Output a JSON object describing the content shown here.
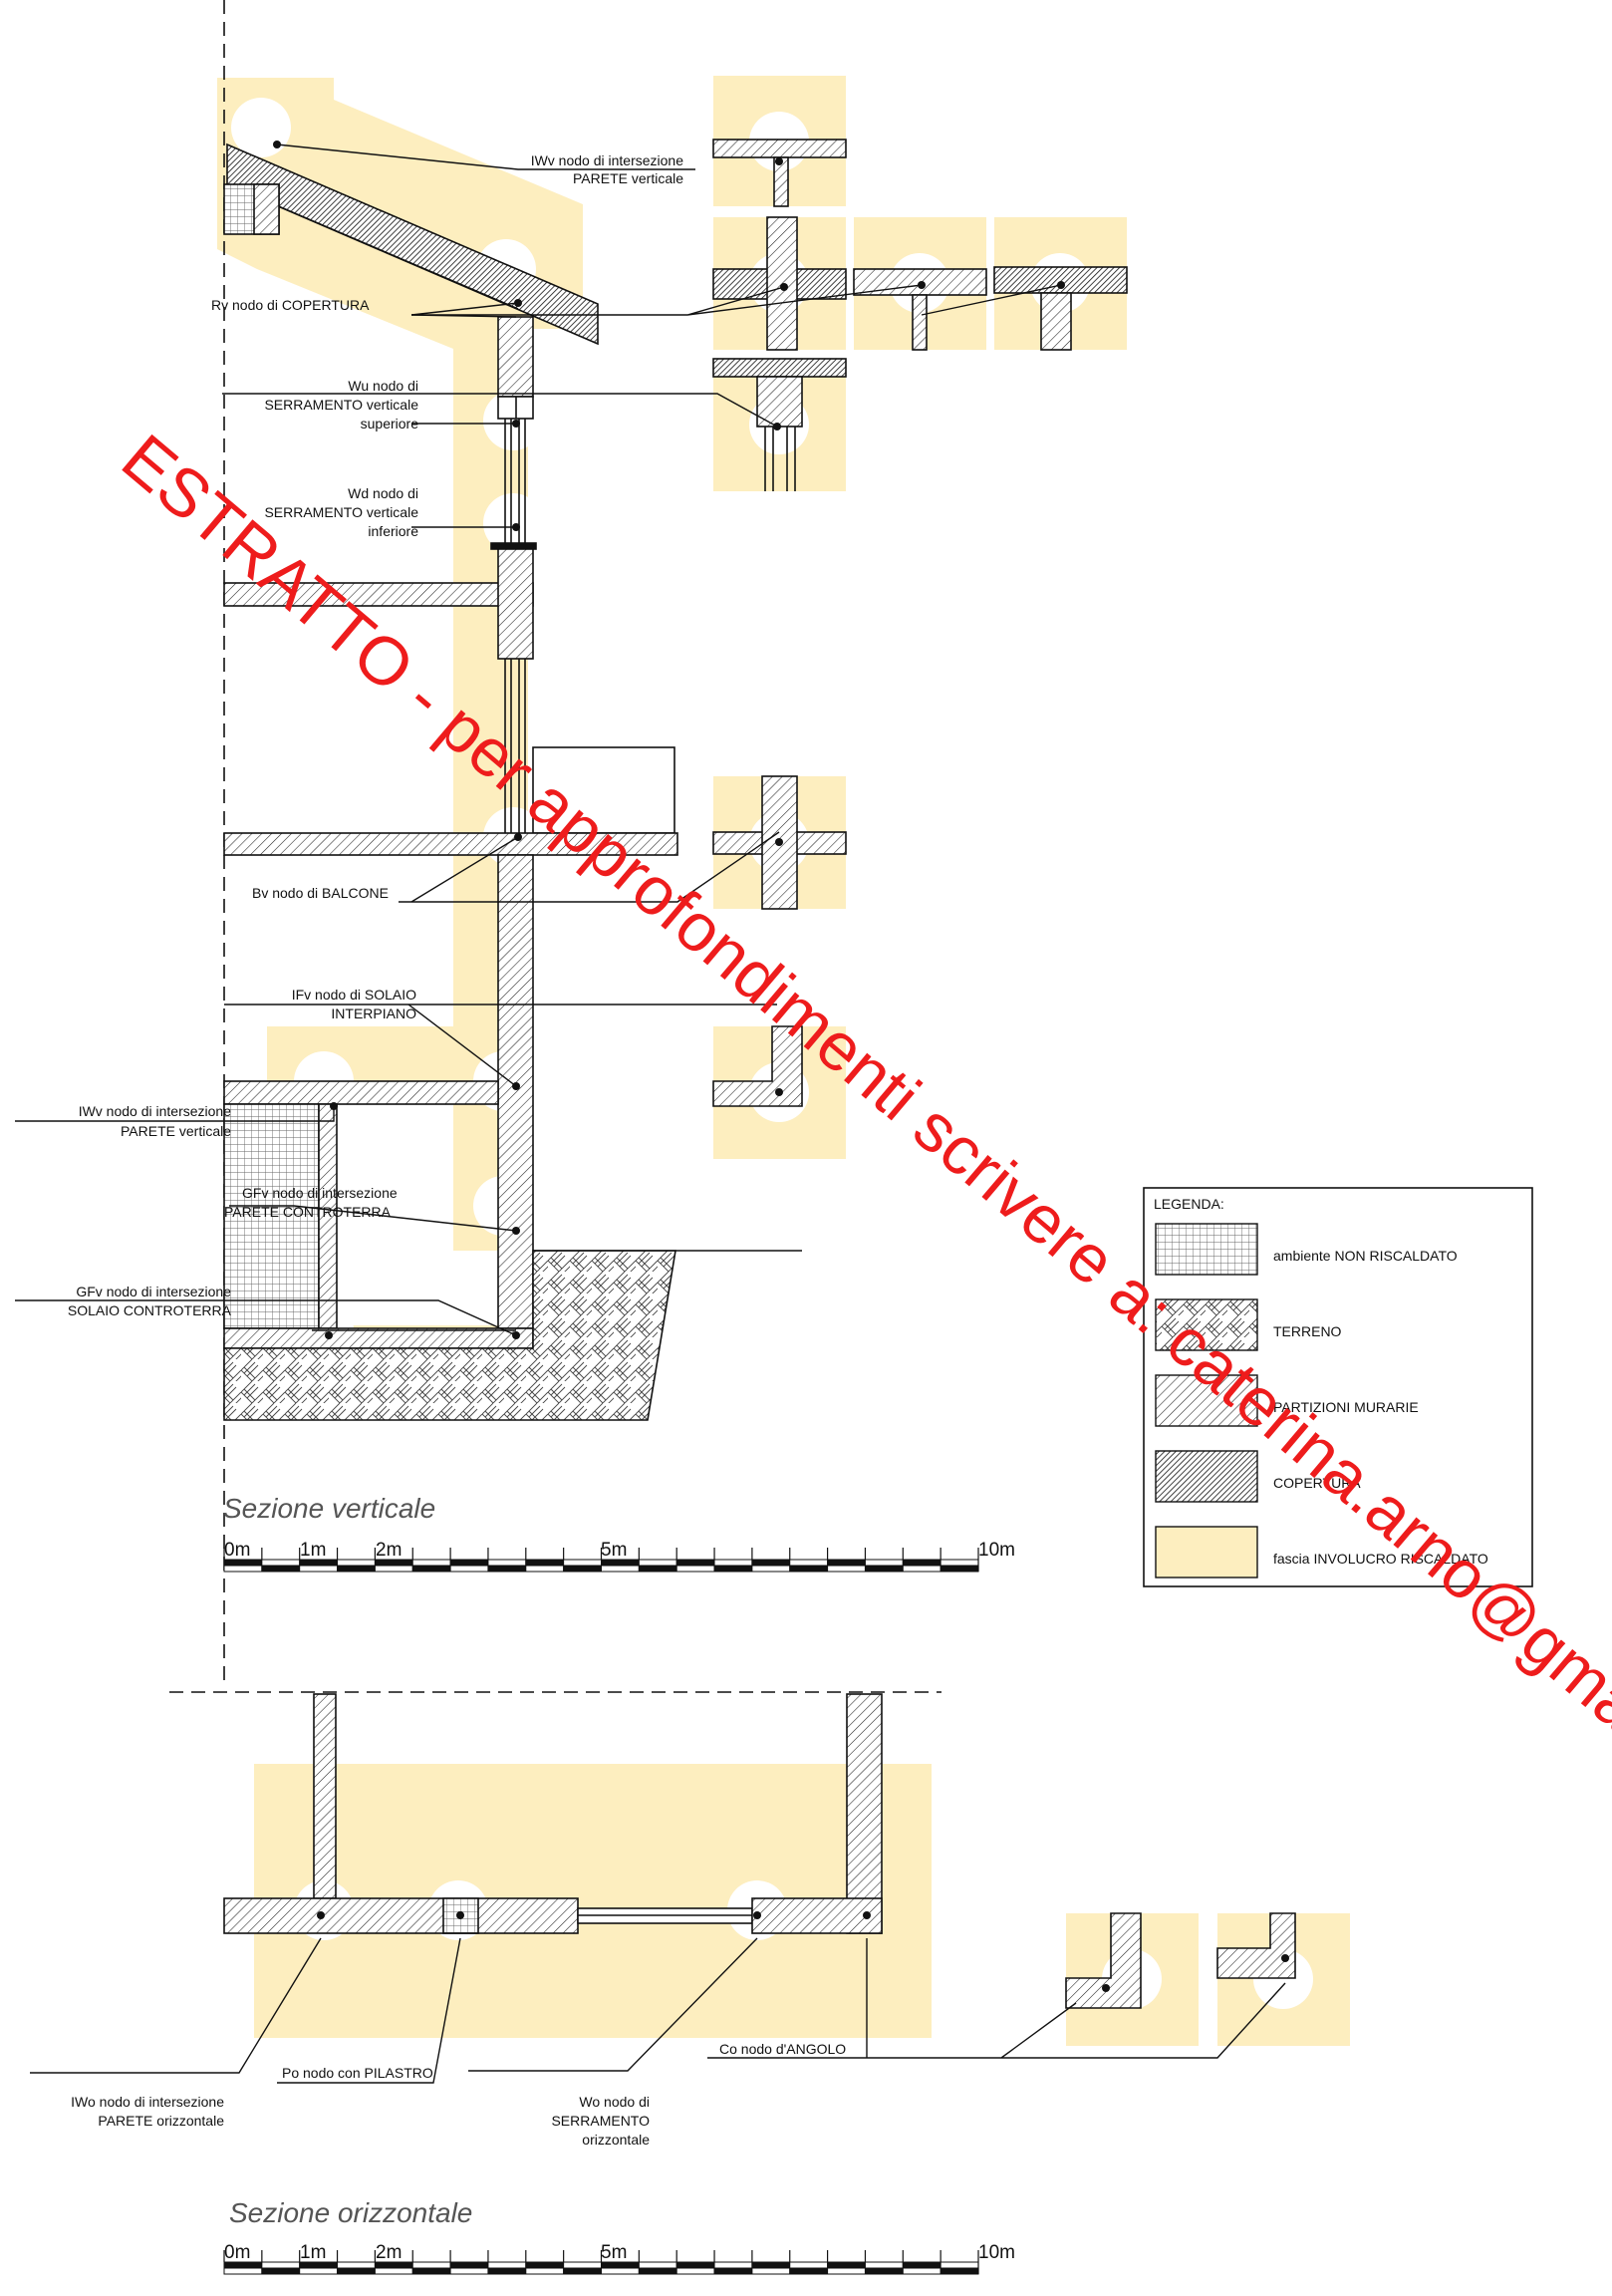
{
  "labels": {
    "iwv_top": [
      "IWv nodo di intersezione",
      "PARETE verticale"
    ],
    "rv": [
      "Rv nodo di COPERTURA"
    ],
    "wu": [
      "Wu nodo di",
      "SERRAMENTO verticale",
      "superiore"
    ],
    "wd": [
      "Wd nodo di",
      "SERRAMENTO verticale",
      "inferiore"
    ],
    "bv": [
      "Bv nodo di BALCONE"
    ],
    "ifv": [
      "IFv nodo di SOLAIO",
      "INTERPIANO"
    ],
    "iwv_low": [
      "IWv nodo di intersezione",
      "PARETE verticale"
    ],
    "gfv_wall": [
      "GFv nodo di intersezione",
      "PARETE CONTROTERRA"
    ],
    "gfv_slab": [
      "GFv nodo di intersezione",
      "SOLAIO CONTROTERRA"
    ],
    "po": [
      "Po nodo con PILASTRO"
    ],
    "co": [
      "Co nodo d'ANGOLO"
    ],
    "iwo": [
      "IWo nodo di intersezione",
      "PARETE orizzontale"
    ],
    "wo": [
      "Wo nodo di",
      "SERRAMENTO",
      "orizzontale"
    ]
  },
  "titles": {
    "vertical": "Sezione verticale",
    "horizontal": "Sezione orizzontale"
  },
  "scale_bar": {
    "labels": [
      "0m",
      "1m",
      "2m",
      "5m",
      "10m"
    ]
  },
  "legend": {
    "title": "LEGENDA:",
    "items": [
      {
        "label": "ambiente NON RISCALDATO",
        "pattern": "grid"
      },
      {
        "label": "TERRENO",
        "pattern": "weave"
      },
      {
        "label": "PARTIZIONI MURARIE",
        "pattern": "hatch"
      },
      {
        "label": "COPERTURA",
        "pattern": "dense-hatch"
      },
      {
        "label": "fascia INVOLUCRO RISCALDATO",
        "pattern": "yellow-fill"
      }
    ]
  },
  "watermark": "ESTRATTO - per approfondimenti scrivere a: caterina.arno@gmail.com",
  "colors": {
    "envelope_band": "#fdeebf",
    "watermark": "#ee1c1c",
    "line": "#111111"
  }
}
